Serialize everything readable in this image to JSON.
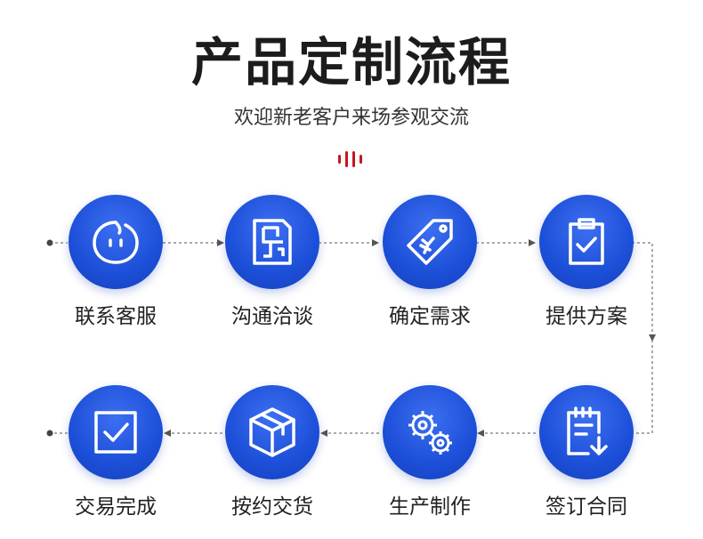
{
  "header": {
    "title": "产品定制流程",
    "subtitle": "欢迎新老客户来场参观交流"
  },
  "colors": {
    "accent": "#1c4fd8",
    "decoration": "#c8161d",
    "connector": "#555555"
  },
  "flow": {
    "row1": [
      {
        "label": "联系客服",
        "icon": "chat-bubble-icon"
      },
      {
        "label": "沟通洽谈",
        "icon": "floor-plan-icon"
      },
      {
        "label": "确定需求",
        "icon": "price-tag-icon"
      },
      {
        "label": "提供方案",
        "icon": "clipboard-check-icon"
      }
    ],
    "row2": [
      {
        "label": "交易完成",
        "icon": "checkbox-icon"
      },
      {
        "label": "按约交货",
        "icon": "package-box-icon"
      },
      {
        "label": "生产制作",
        "icon": "gears-icon"
      },
      {
        "label": "签订合同",
        "icon": "contract-download-icon"
      }
    ]
  }
}
